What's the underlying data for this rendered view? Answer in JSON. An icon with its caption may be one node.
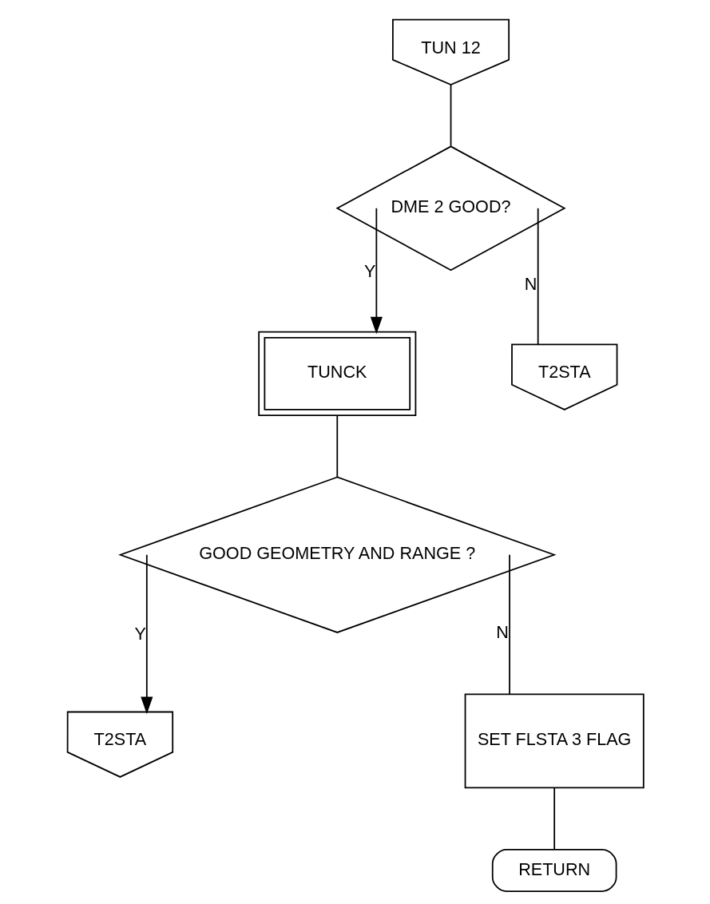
{
  "diagram": {
    "nodes": [
      {
        "text": [
          "TUN 12"
        ]
      },
      {
        "text": [
          "DME 2 GOOD?"
        ]
      },
      {
        "text": [
          "TUNCK"
        ]
      },
      {
        "text": [
          "T2STA"
        ]
      },
      {
        "text": [
          "GOOD GEOMETRY AND RANGE ?"
        ]
      },
      {
        "text": [
          "T2STA"
        ]
      },
      {
        "text": [
          "SET FLSTA 3 FLAG"
        ]
      },
      {
        "text": [
          "RETURN"
        ]
      }
    ],
    "edges": [
      {
        "from": 0,
        "to": 1,
        "arrow": "none"
      },
      {
        "from": 1,
        "to": 2,
        "arrow": "to",
        "label": "Y"
      },
      {
        "from": 1,
        "to": 3,
        "arrow": "none",
        "label": "N"
      },
      {
        "from": 2,
        "to": 4,
        "arrow": "none"
      },
      {
        "from": 4,
        "to": 5,
        "arrow": "to",
        "label": "Y"
      },
      {
        "from": 4,
        "to": 6,
        "arrow": "none",
        "label": "N"
      },
      {
        "from": 6,
        "to": 7,
        "arrow": "none"
      }
    ]
  }
}
